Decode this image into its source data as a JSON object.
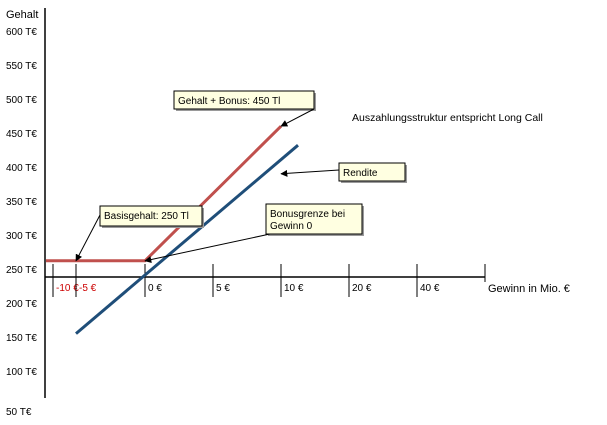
{
  "chart_data": {
    "type": "line",
    "ylabel": "Gehalt",
    "xlabel": "Gewinn in Mio. €",
    "y_ticks": [
      "600 T€",
      "550 T€",
      "500 T€",
      "450 T€",
      "400 T€",
      "350 T€",
      "300 T€",
      "250 T€",
      "200 T€",
      "150 T€",
      "100 T€",
      "50 T€"
    ],
    "x_ticks": [
      {
        "label": "-10 €",
        "negative": true
      },
      {
        "label": "-5 €",
        "negative": true
      },
      {
        "label": "0 €",
        "negative": false
      },
      {
        "label": "5 €",
        "negative": false
      },
      {
        "label": "10 €",
        "negative": false
      },
      {
        "label": "20 €",
        "negative": false
      },
      {
        "label": "40 €",
        "negative": false
      }
    ],
    "series": [
      {
        "name": "Gehalt + Bonus",
        "color": "#c0504d",
        "points": [
          [
            -11,
            262
          ],
          [
            -5,
            262
          ],
          [
            0,
            262
          ],
          [
            10,
            460
          ]
        ]
      },
      {
        "name": "Rendite",
        "color": "#1f4e79",
        "points": [
          [
            -5,
            155
          ],
          [
            12.5,
            432
          ]
        ]
      }
    ],
    "callouts": [
      {
        "text": "Gehalt + Bonus: 450 Tl",
        "target_x": 10,
        "target_y": 460,
        "anchor": "right"
      },
      {
        "text": "Rendite",
        "target_x": 10,
        "target_y": 390,
        "anchor": "left"
      },
      {
        "text": "Basisgehalt: 250 Tl",
        "target_x": -5,
        "target_y": 262,
        "anchor": "below"
      },
      {
        "text": "Bonusgrenze bei Gewinn 0",
        "lines": [
          "Bonusgrenze bei",
          "Gewinn 0"
        ],
        "target_x": 0,
        "target_y": 262,
        "anchor": "below"
      }
    ],
    "annotation": "Auszahlungsstruktur entspricht Long Call",
    "legend": "none",
    "grid": false
  }
}
